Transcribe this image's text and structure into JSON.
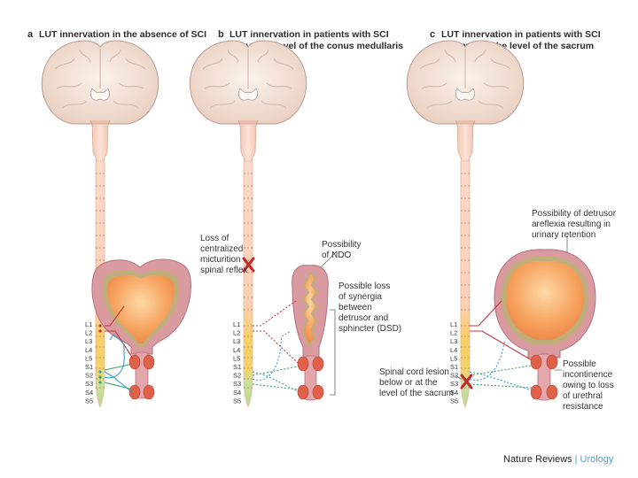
{
  "panels": [
    {
      "letter": "a",
      "title_lines": [
        "LUT innervation in the absence of SCI"
      ],
      "annotations": []
    },
    {
      "letter": "b",
      "title_lines": [
        "LUT innervation in patients with SCI",
        "above the level of the conus medullaris"
      ],
      "annotations": [
        {
          "lines": [
            "Loss of",
            "centralized",
            "micturition",
            "spinal reflex"
          ]
        },
        {
          "lines": [
            "Possibility",
            "of NDO"
          ]
        },
        {
          "lines": [
            "Possible loss",
            "of synergia",
            "between",
            "detrusor and",
            "sphincter (DSD)"
          ]
        }
      ]
    },
    {
      "letter": "c",
      "title_lines": [
        "LUT innervation in patients with SCI",
        "below or at the level of the sacrum"
      ],
      "annotations": [
        {
          "lines": [
            "Possibility of detrusor",
            "areflexia resulting in",
            "urinary retention"
          ]
        },
        {
          "lines": [
            "Spinal cord lesion",
            "below or at the",
            "level of the sacrum"
          ]
        },
        {
          "lines": [
            "Possible",
            "incontinence",
            "owing to loss",
            "of urethral",
            "resistance"
          ]
        }
      ]
    }
  ],
  "levels": [
    "L1",
    "L2",
    "L3",
    "L4",
    "L5",
    "S1",
    "S2",
    "S3",
    "S4",
    "S5"
  ],
  "footer": {
    "brand": "Nature Reviews",
    "separator": "|",
    "subject": "Urology"
  },
  "colors": {
    "cord_upper": "#fbd7c6",
    "lumbar": "#f7cf62",
    "sacral": "#c9e2a0",
    "bladder_inner": "#f6a05c",
    "bladder_outer": "#d99aa0",
    "detrusor_wall": "#bfae7a",
    "sphincter": "#e0614a",
    "lesion": "#c0262b",
    "efferent": "#c8343b",
    "afferent": "#3c9bd3"
  }
}
